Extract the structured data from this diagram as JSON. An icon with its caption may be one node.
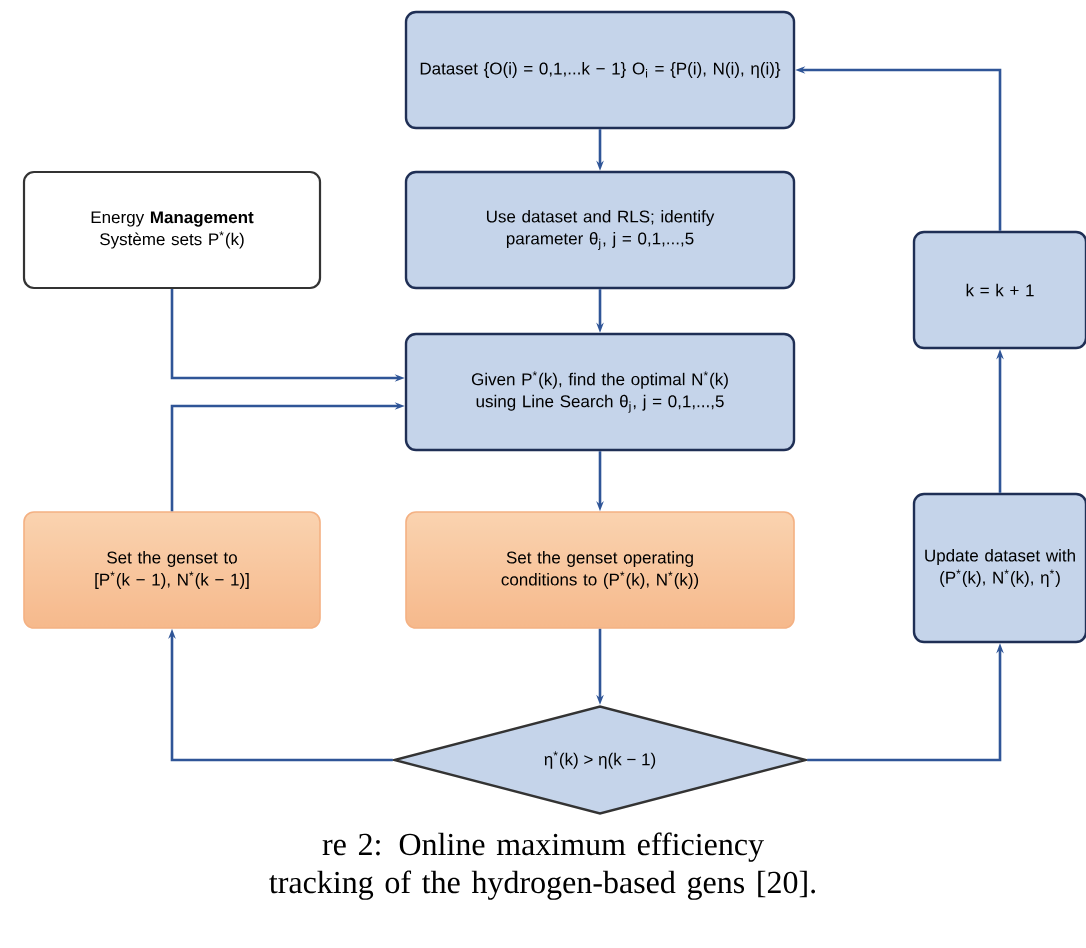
{
  "diagram": {
    "caption": "re 2: Online maximum efficiency tracking of the hydrogen-based gens [20].",
    "nodes": [
      {
        "text": [
          "Dataset {O(i) = 0,1,...k − 1} O$_{i}$ = {P(i), N(i), η(i)}"
        ]
      },
      {
        "text": [
          "Energy **Management** Système sets  P$^{*}$(k)"
        ]
      },
      {
        "text": [
          "Use dataset and RLS; identify parameter θ$_{j}$, j = 0,1,...,5"
        ]
      },
      {
        "text": [
          "k = k + 1"
        ]
      },
      {
        "text": [
          "Given  P$^{*}$(k), find the optimal N$^{*}$(k) using Line Search θ$_{j}$, j = 0,1,...,5"
        ]
      },
      {
        "text": [
          "Set the genset to [P$^{*}$(k − 1), N$^{*}$(k − 1)]"
        ]
      },
      {
        "text": [
          "Set the genset operating conditions to (P$^{*}$(k), N$^{*}$(k))"
        ]
      },
      {
        "text": [
          "Update dataset with (P$^{*}$(k), N$^{*}$(k), η$^{*}$)"
        ]
      },
      {
        "text": [
          "η$^{*}$(k) > η(k − 1)"
        ]
      }
    ],
    "edges": [
      {
        "from": 0,
        "to": 2,
        "arrow": "to"
      },
      {
        "from": 2,
        "to": 4,
        "arrow": "to"
      },
      {
        "from": 1,
        "to": 4,
        "arrow": "to"
      },
      {
        "from": 5,
        "to": 4,
        "arrow": "to"
      },
      {
        "from": 4,
        "to": 6,
        "arrow": "to"
      },
      {
        "from": 6,
        "to": 8,
        "arrow": "to"
      },
      {
        "from": 8,
        "to": 5,
        "arrow": "to"
      },
      {
        "from": 8,
        "to": 7,
        "arrow": "to"
      },
      {
        "from": 7,
        "to": 3,
        "arrow": "to"
      },
      {
        "from": 3,
        "to": 0,
        "arrow": "to"
      }
    ]
  }
}
